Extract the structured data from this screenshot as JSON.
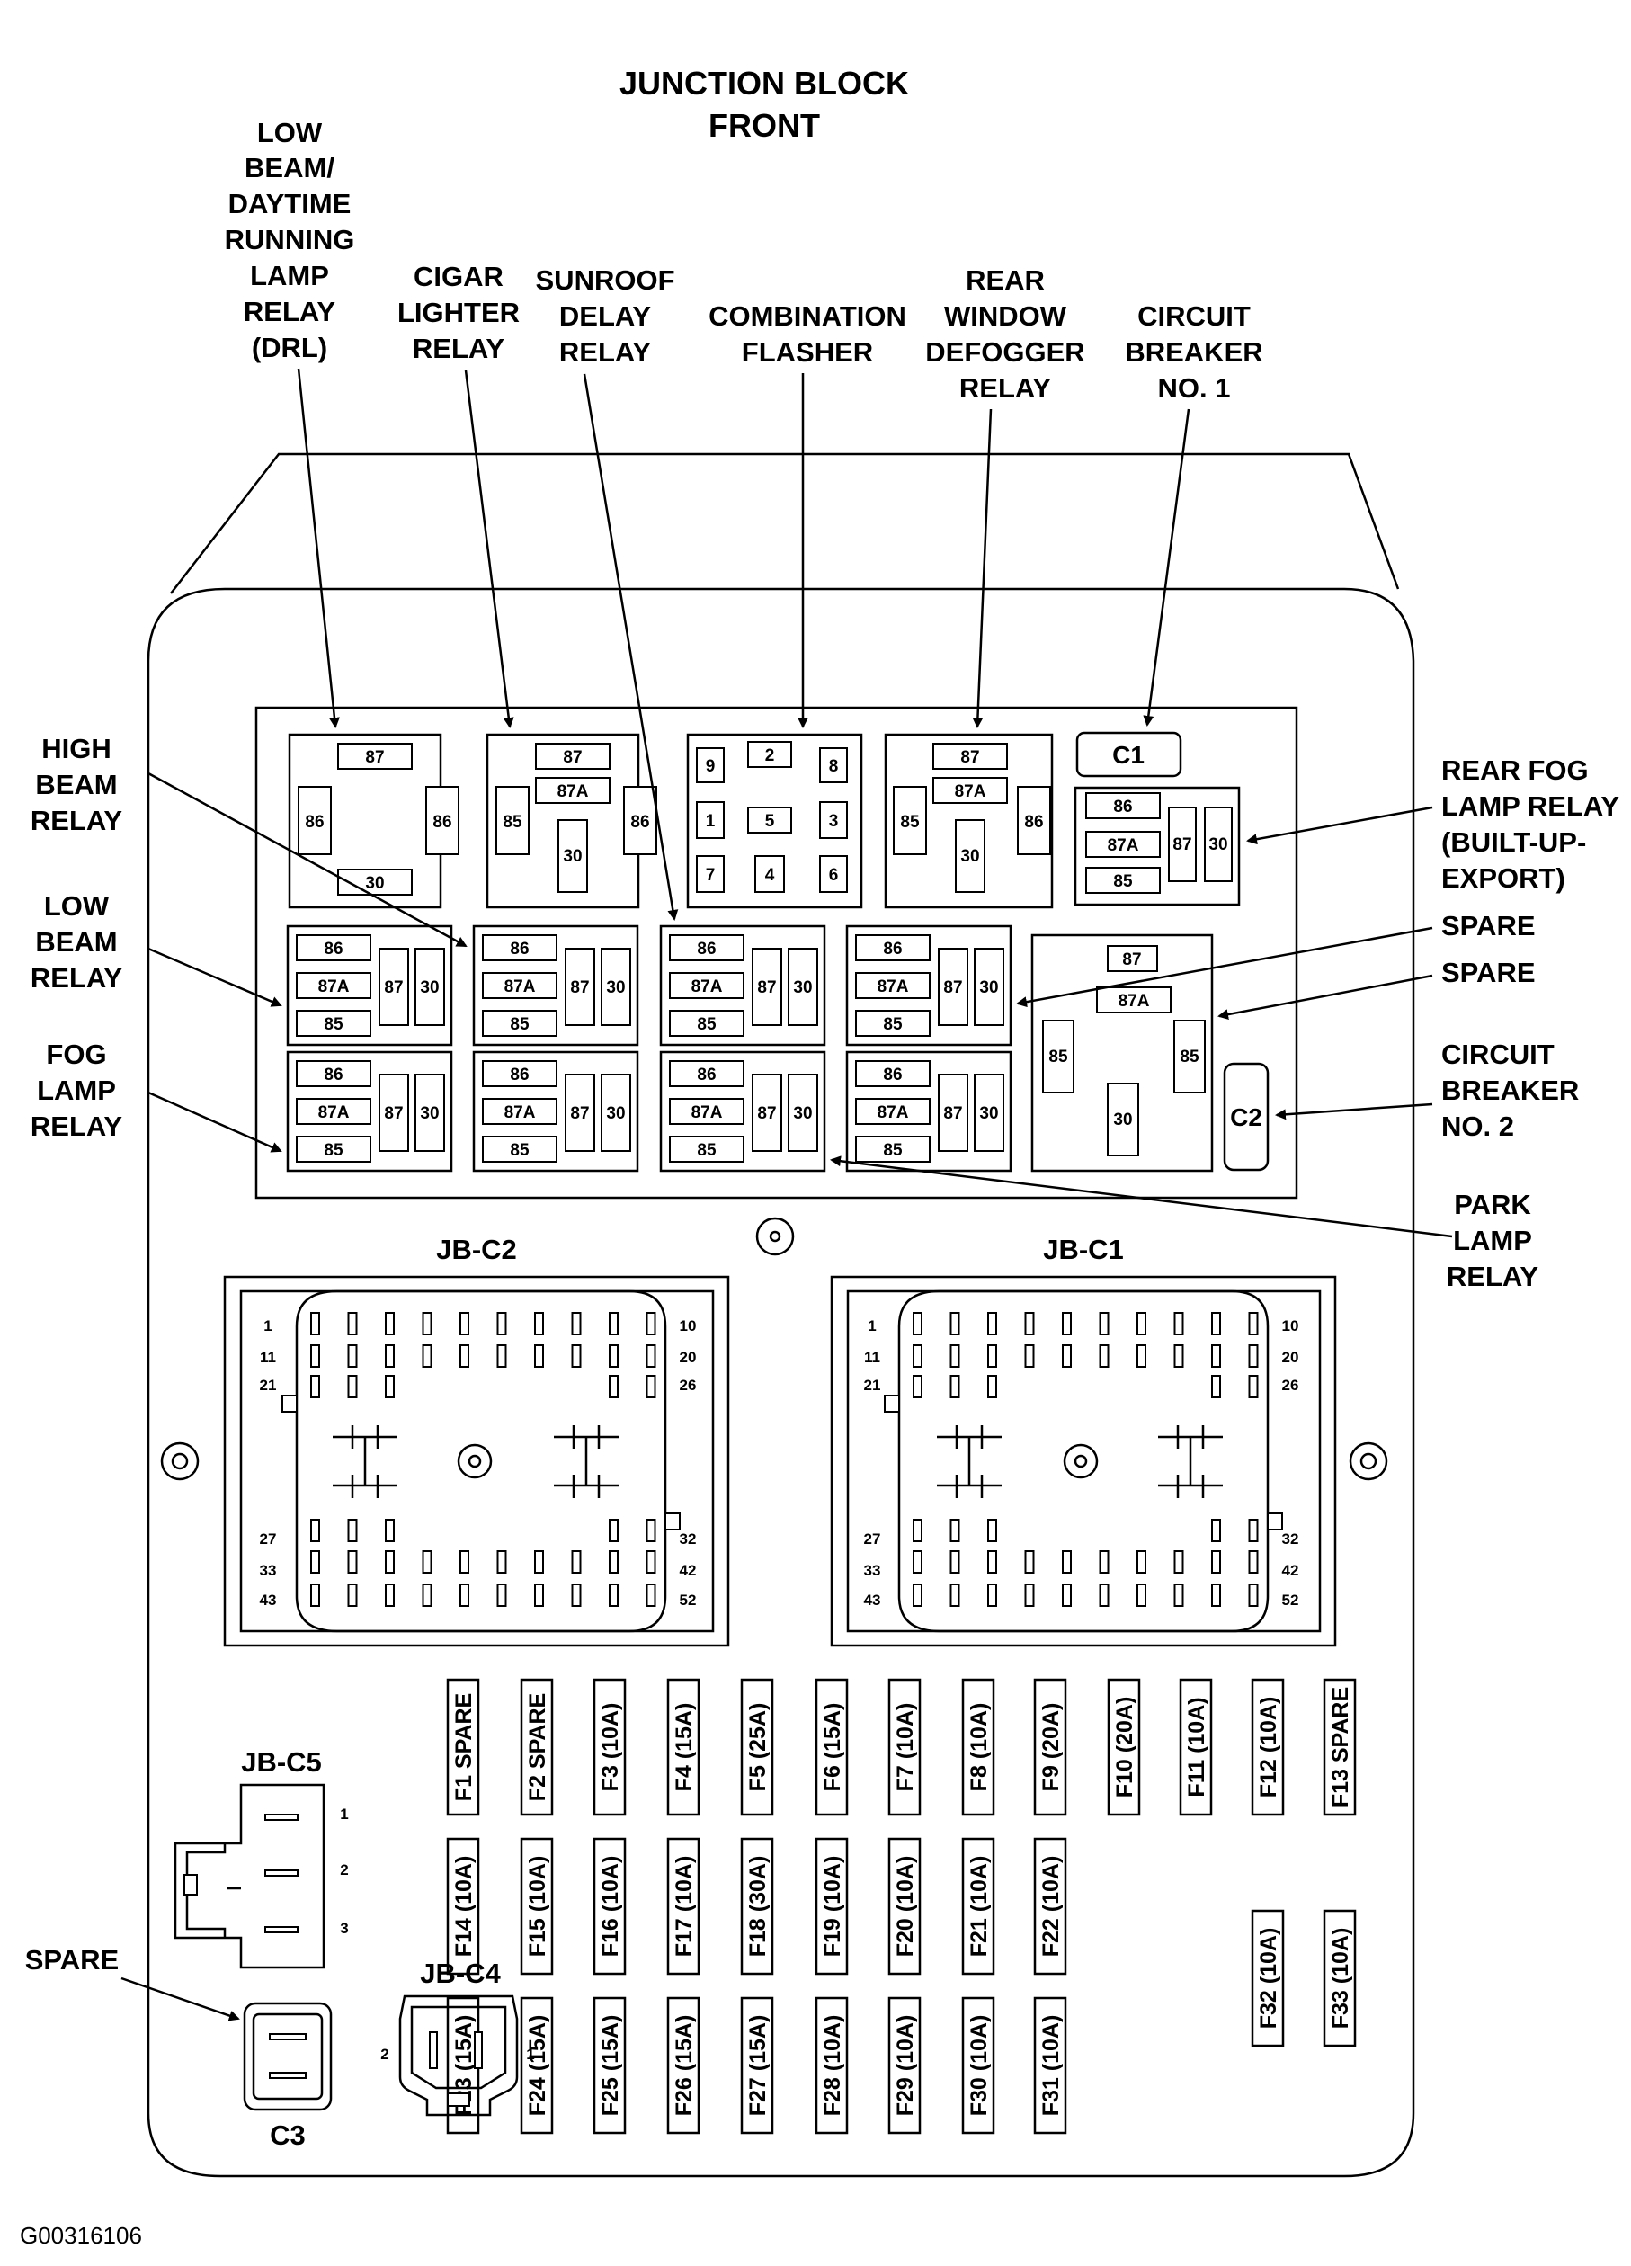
{
  "title": [
    "JUNCTION BLOCK",
    "FRONT"
  ],
  "figure_id": "G00316106",
  "callouts": {
    "drl": [
      "LOW",
      "BEAM/",
      "DAYTIME",
      "RUNNING",
      "LAMP",
      "RELAY",
      "(DRL)"
    ],
    "cigar": [
      "CIGAR",
      "LIGHTER",
      "RELAY"
    ],
    "sunroof": [
      "SUNROOF",
      "DELAY",
      "RELAY"
    ],
    "combo": [
      "COMBINATION",
      "FLASHER"
    ],
    "rear_defog": [
      "REAR",
      "WINDOW",
      "DEFOGGER",
      "RELAY"
    ],
    "cb1": [
      "CIRCUIT",
      "BREAKER",
      "NO. 1"
    ],
    "high_beam": [
      "HIGH",
      "BEAM",
      "RELAY"
    ],
    "low_beam": [
      "LOW",
      "BEAM",
      "RELAY"
    ],
    "fog": [
      "FOG",
      "LAMP",
      "RELAY"
    ],
    "rear_fog": [
      "REAR FOG",
      "LAMP RELAY",
      "(BUILT-UP-",
      "EXPORT)"
    ],
    "spare1": [
      "SPARE"
    ],
    "spare2": [
      "SPARE"
    ],
    "cb2": [
      "CIRCUIT",
      "BREAKER",
      "NO. 2"
    ],
    "park": [
      "PARK",
      "LAMP",
      "RELAY"
    ],
    "spare_c3": [
      "SPARE"
    ]
  },
  "relay_pins": {
    "p86": "86",
    "p87": "87",
    "p87a": "87A",
    "p85": "85",
    "p30": "30"
  },
  "flasher_pins": [
    "9",
    "2",
    "8",
    "1",
    "5",
    "3",
    "7",
    "4",
    "6"
  ],
  "breakers": {
    "c1": "C1",
    "c2": "C2"
  },
  "connectors": {
    "jbc2": {
      "label": "JB-C2",
      "left_pins": [
        "1",
        "11",
        "21",
        "27",
        "33",
        "43"
      ],
      "right_pins": [
        "10",
        "20",
        "26",
        "32",
        "42",
        "52"
      ]
    },
    "jbc1": {
      "label": "JB-C1",
      "left_pins": [
        "1",
        "11",
        "21",
        "27",
        "33",
        "43"
      ],
      "right_pins": [
        "10",
        "20",
        "26",
        "32",
        "42",
        "52"
      ]
    },
    "jbc5": {
      "label": "JB-C5",
      "pins": [
        "1",
        "2",
        "3"
      ]
    },
    "jbc4": {
      "label": "JB-C4",
      "pins": [
        "2",
        "1"
      ]
    },
    "c3": {
      "label": "C3"
    }
  },
  "fuses": {
    "row1": [
      "F1 SPARE",
      "F2 SPARE",
      "F3 (10A)",
      "F4 (15A)",
      "F5 (25A)",
      "F6 (15A)",
      "F7 (10A)",
      "F8 (10A)",
      "F9 (20A)",
      "F10 (20A)",
      "F11 (10A)",
      "F12 (10A)",
      "F13 SPARE"
    ],
    "row2": [
      "F14 (10A)",
      "F15 (10A)",
      "F16 (10A)",
      "F17 (10A)",
      "F18 (30A)",
      "F19 (10A)",
      "F20 (10A)",
      "F21 (10A)",
      "F22 (10A)",
      "F32 (10A)",
      "F33 (10A)"
    ],
    "row3": [
      "F23 (15A)",
      "F24 (15A)",
      "F25 (15A)",
      "F26 (15A)",
      "F27 (15A)",
      "F28 (10A)",
      "F29 (10A)",
      "F30 (10A)",
      "F31 (10A)"
    ]
  }
}
